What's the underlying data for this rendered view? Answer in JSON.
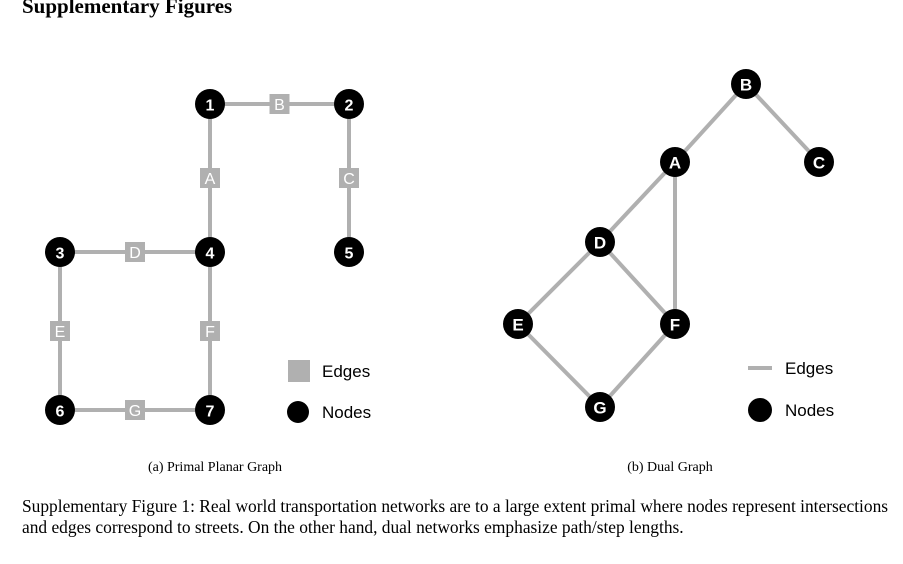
{
  "section_heading": "Supplementary Figures",
  "panel_a": {
    "subcaption": "(a) Primal Planar Graph",
    "nodes": [
      {
        "id": "n1",
        "label": "1"
      },
      {
        "id": "n2",
        "label": "2"
      },
      {
        "id": "n3",
        "label": "3"
      },
      {
        "id": "n4",
        "label": "4"
      },
      {
        "id": "n5",
        "label": "5"
      },
      {
        "id": "n6",
        "label": "6"
      },
      {
        "id": "n7",
        "label": "7"
      }
    ],
    "edges": [
      {
        "label": "A",
        "from": "1",
        "to": "4"
      },
      {
        "label": "B",
        "from": "1",
        "to": "2"
      },
      {
        "label": "C",
        "from": "2",
        "to": "5"
      },
      {
        "label": "D",
        "from": "3",
        "to": "4"
      },
      {
        "label": "E",
        "from": "3",
        "to": "6"
      },
      {
        "label": "F",
        "from": "4",
        "to": "7"
      },
      {
        "label": "G",
        "from": "6",
        "to": "7"
      }
    ],
    "legend": {
      "edges": "Edges",
      "nodes": "Nodes"
    }
  },
  "panel_b": {
    "subcaption": "(b) Dual Graph",
    "nodes": [
      {
        "id": "A",
        "label": "A"
      },
      {
        "id": "B",
        "label": "B"
      },
      {
        "id": "C",
        "label": "C"
      },
      {
        "id": "D",
        "label": "D"
      },
      {
        "id": "E",
        "label": "E"
      },
      {
        "id": "F",
        "label": "F"
      },
      {
        "id": "G",
        "label": "G"
      }
    ],
    "edges": [
      {
        "from": "A",
        "to": "B"
      },
      {
        "from": "B",
        "to": "C"
      },
      {
        "from": "A",
        "to": "D"
      },
      {
        "from": "A",
        "to": "F"
      },
      {
        "from": "D",
        "to": "E"
      },
      {
        "from": "D",
        "to": "F"
      },
      {
        "from": "E",
        "to": "G"
      },
      {
        "from": "F",
        "to": "G"
      }
    ],
    "legend": {
      "edges": "Edges",
      "nodes": "Nodes"
    }
  },
  "caption": "Supplementary Figure 1: Real world transportation networks are to a large extent primal where nodes represent intersections and edges correspond to streets. On the other hand, dual networks emphasize path/step lengths.",
  "colors": {
    "edge": "#b0b0b0",
    "node": "#000000",
    "node_label": "#ffffff"
  }
}
